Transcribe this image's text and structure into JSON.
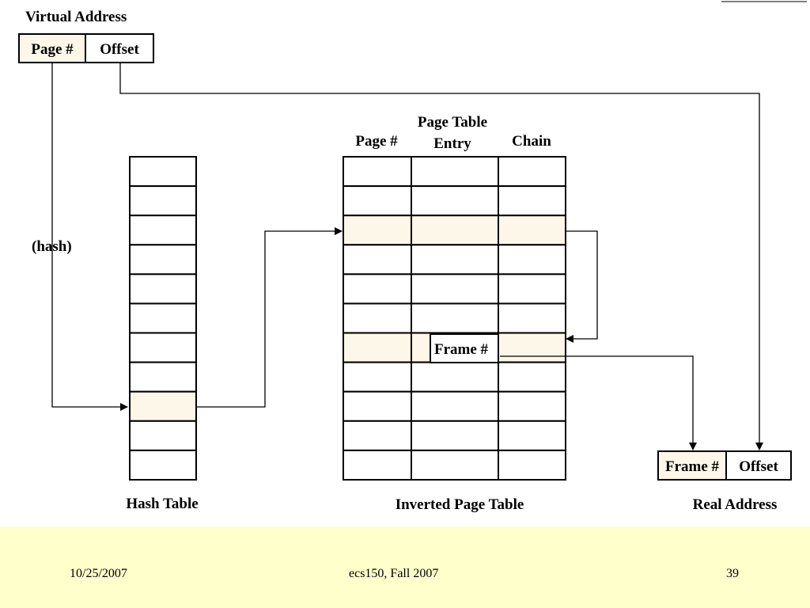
{
  "diagram": {
    "virtual_address": {
      "title": "Virtual Address",
      "fields": [
        "Page #",
        "Offset"
      ]
    },
    "hash_label": "(hash)",
    "hash_table": {
      "caption": "Hash Table",
      "rows": 11,
      "highlighted_row": 8
    },
    "inverted_page_table": {
      "caption": "Inverted Page Table",
      "headers": {
        "page": "Page #",
        "entry_line1": "Page Table",
        "entry_line2": "Entry",
        "chain": "Chain"
      },
      "rows": 11,
      "highlighted_rows": [
        2,
        6
      ],
      "frame_label": "Frame #"
    },
    "real_address": {
      "title": "Real Address",
      "fields": [
        "Frame #",
        "Offset"
      ]
    },
    "colors": {
      "highlight": "#fdf7e9",
      "border": "#000000",
      "background": "#ffffff"
    }
  },
  "footer": {
    "date": "10/25/2007",
    "course": "ecs150, Fall 2007",
    "page_number": "39"
  }
}
